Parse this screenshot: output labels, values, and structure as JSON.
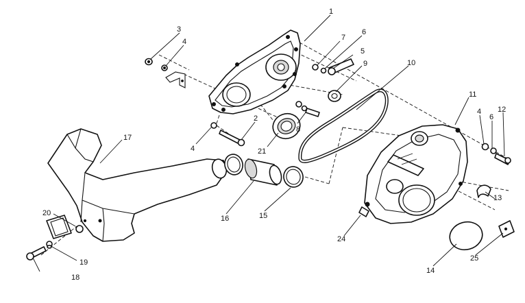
{
  "diagram": {
    "callouts": [
      {
        "id": "c1",
        "text": "1"
      },
      {
        "id": "c2",
        "text": "2"
      },
      {
        "id": "c3",
        "text": "3"
      },
      {
        "id": "c4a",
        "text": "4"
      },
      {
        "id": "c4b",
        "text": "4"
      },
      {
        "id": "c4c",
        "text": "4"
      },
      {
        "id": "c5",
        "text": "5"
      },
      {
        "id": "c6a",
        "text": "6"
      },
      {
        "id": "c6b",
        "text": "6"
      },
      {
        "id": "c7",
        "text": "7"
      },
      {
        "id": "c8",
        "text": "8"
      },
      {
        "id": "c9",
        "text": "9"
      },
      {
        "id": "c10",
        "text": "10"
      },
      {
        "id": "c11",
        "text": "11"
      },
      {
        "id": "c12",
        "text": "12"
      },
      {
        "id": "c13",
        "text": "13"
      },
      {
        "id": "c14",
        "text": "14"
      },
      {
        "id": "c15",
        "text": "15"
      },
      {
        "id": "c16",
        "text": "16"
      },
      {
        "id": "c17",
        "text": "17"
      },
      {
        "id": "c18",
        "text": "18"
      },
      {
        "id": "c19",
        "text": "19"
      },
      {
        "id": "c20",
        "text": "20"
      },
      {
        "id": "c21",
        "text": "21"
      },
      {
        "id": "c24",
        "text": "24"
      },
      {
        "id": "c25",
        "text": "25"
      }
    ]
  }
}
